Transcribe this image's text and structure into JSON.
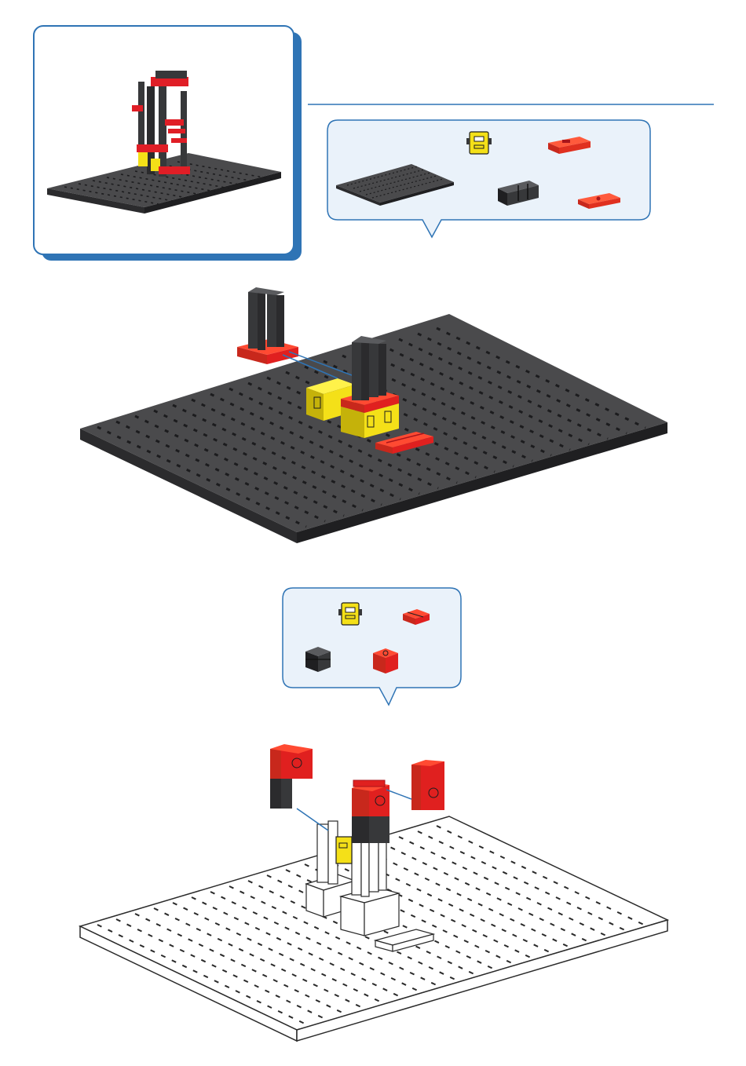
{
  "colors": {
    "accent_blue": "#2f74b5",
    "plate_dark": "#4a4a4c",
    "plate_dark_side": "#2b2b2d",
    "plate_hole": "#1c1c1e",
    "brick_black": "#37383a",
    "brick_red": "#e01e26",
    "brick_red_dark": "#a8151b",
    "brick_yellow": "#f4e018",
    "brick_yellow_dark": "#c5b20a",
    "line_art": "#2a2a2a"
  },
  "page": {
    "overview": {
      "icon": "finished-model-thumbnail"
    },
    "step1": {
      "parts": [
        "base-plate",
        "yellow-building-block",
        "red-base-plate-15x30",
        "black-building-block-30",
        "red-building-plate-15x30"
      ]
    },
    "step2": {
      "parts": [
        "yellow-building-block",
        "red-angle-block",
        "black-building-block-30",
        "red-building-block-15"
      ]
    }
  }
}
